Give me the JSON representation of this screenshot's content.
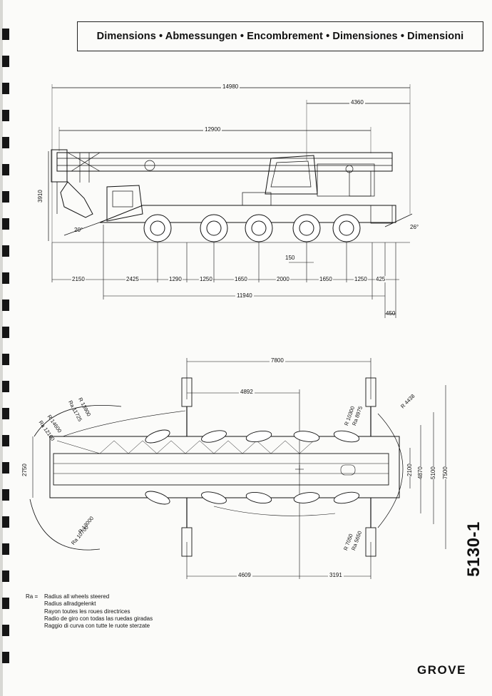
{
  "header": {
    "title": "Dimensions • Abmessungen • Encombrement • Dimensiones • Dimensioni"
  },
  "side_view": {
    "overall_length": "14980",
    "rear_overhang": "4360",
    "boom_length": "12900",
    "height": "3910",
    "approach_angle": "20°",
    "departure_angle": "26°",
    "offset": "150",
    "front_overhang": "2150",
    "axle_spacings": [
      "2425",
      "1290",
      "1250",
      "1650",
      "2000",
      "1650",
      "1250",
      "425"
    ],
    "wheelbase_total": "11940",
    "rear_extension": "450"
  },
  "top_view": {
    "outrigger_span_length": "7800",
    "front_outrigger_distance": "4892",
    "turning_radii": [
      "R 13900",
      "Ra 11725",
      "R 14600",
      "Ra 12100",
      "R 13000",
      "Ra 10700"
    ],
    "rear_radii": [
      "R 10300",
      "Ra 8975",
      "R 4438",
      "R 7050",
      "Ra 5650"
    ],
    "width": "2750",
    "widths_right": [
      "2100",
      "4870",
      "5100",
      "7500"
    ],
    "bottom_dims": [
      "4609",
      "3191"
    ]
  },
  "model": "5130-1",
  "legend": {
    "abbr": "Ra =",
    "lines": [
      "Radius all wheels steered",
      "Radius allradgelenkt",
      "Rayon toutes les roues directrices",
      "Radio de giro con todas las ruedas giradas",
      "Raggio di curva con tutte le ruote sterzate"
    ]
  },
  "brand": "GROVE"
}
